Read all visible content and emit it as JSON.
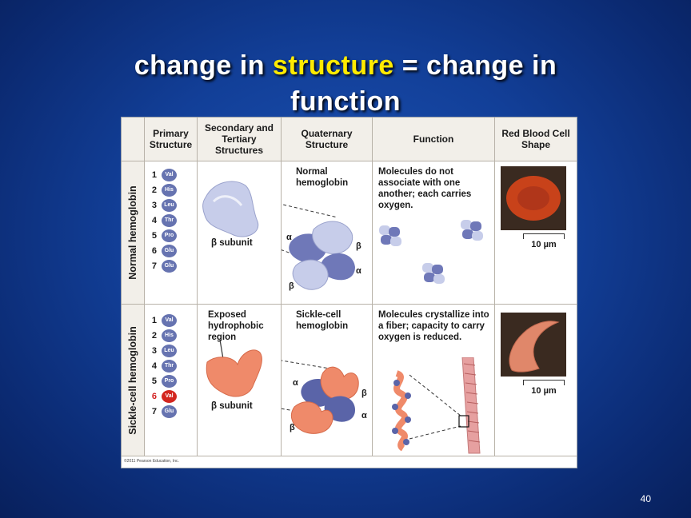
{
  "slide": {
    "title_pre": "change in ",
    "title_highlight": "structure",
    "title_post": " = change in function",
    "slide_number": "40"
  },
  "figure": {
    "headers": {
      "primary": "Primary Structure",
      "secondary": "Secondary and Tertiary Structures",
      "quaternary": "Quaternary Structure",
      "function": "Function",
      "rbc": "Red Blood Cell Shape"
    },
    "normal": {
      "row_label": "Normal hemoglobin",
      "sequence": [
        {
          "n": "1",
          "aa": "Val"
        },
        {
          "n": "2",
          "aa": "His"
        },
        {
          "n": "3",
          "aa": "Leu"
        },
        {
          "n": "4",
          "aa": "Thr"
        },
        {
          "n": "5",
          "aa": "Pro"
        },
        {
          "n": "6",
          "aa": "Glu"
        },
        {
          "n": "7",
          "aa": "Glu"
        }
      ],
      "subunit_label": "β subunit",
      "quaternary_label": "Normal hemoglobin",
      "function_text": "Molecules do not associate with one another; each carries oxygen.",
      "scale": "10 µm",
      "alpha": "α",
      "beta": "β"
    },
    "sickle": {
      "row_label": "Sickle-cell hemoglobin",
      "sequence": [
        {
          "n": "1",
          "aa": "Val"
        },
        {
          "n": "2",
          "aa": "His"
        },
        {
          "n": "3",
          "aa": "Leu"
        },
        {
          "n": "4",
          "aa": "Thr"
        },
        {
          "n": "5",
          "aa": "Pro"
        },
        {
          "n": "6",
          "aa": "Val"
        },
        {
          "n": "7",
          "aa": "Glu"
        }
      ],
      "mutated_index": 5,
      "secondary_text": "Exposed hydrophobic region",
      "subunit_label": "β subunit",
      "quaternary_label": "Sickle-cell hemoglobin",
      "function_text": "Molecules crystallize into a fiber; capacity to carry oxygen is reduced.",
      "scale": "10 µm",
      "alpha": "α",
      "beta": "β"
    },
    "copyright": "©2011 Pearson Education, Inc.",
    "colors": {
      "normal_protein": "#c7cdea",
      "normal_protein_dark": "#6f78b8",
      "sickle_protein": "#ef8a6a",
      "sickle_protein_dark": "#5a64a8",
      "rbc_normal": "#c8421a",
      "rbc_sickle": "#e0876a"
    }
  }
}
